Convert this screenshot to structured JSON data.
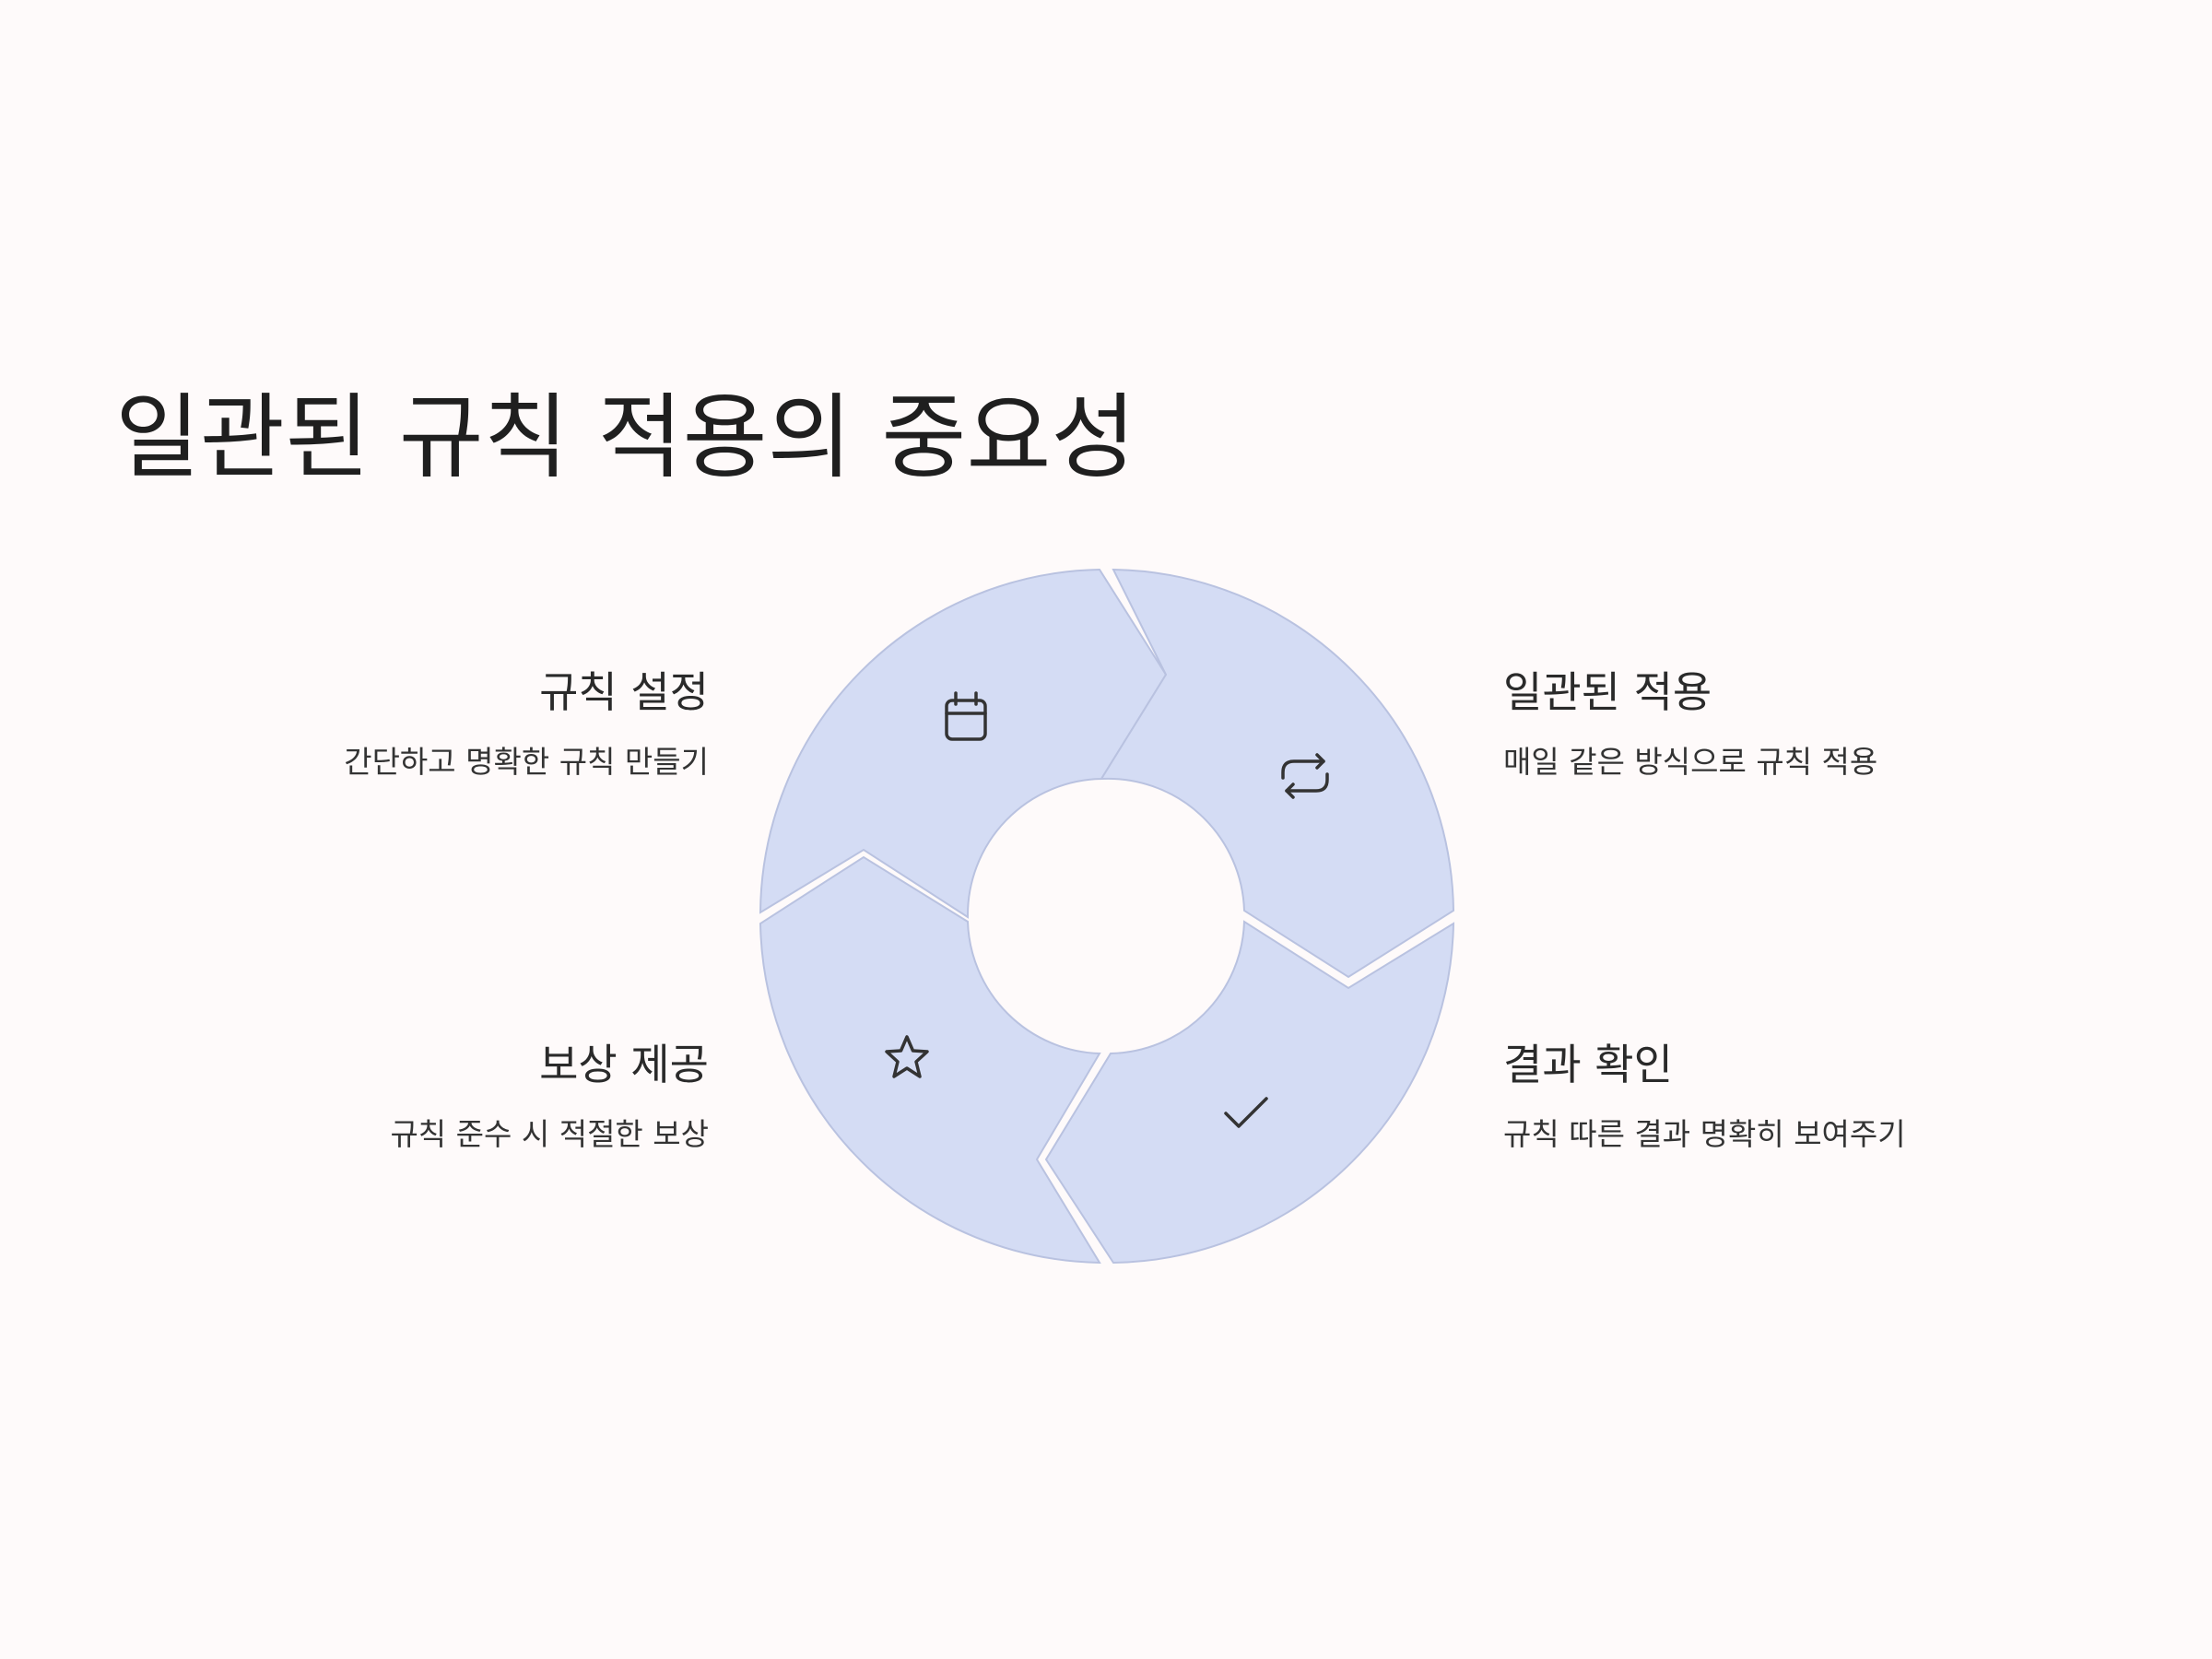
{
  "title": "일관된 규칙 적용의 중요성",
  "colors": {
    "background": "#fefafa",
    "segment_fill": "#d4dcf4",
    "segment_stroke": "#b9c2e0",
    "icon": "#333333"
  },
  "steps": [
    {
      "id": "top-left",
      "title": "규칙 설정",
      "description": "간단하고 명확한 규칙 만들기",
      "icon": "calendar-icon"
    },
    {
      "id": "top-right",
      "title": "일관된 적용",
      "description": "매일 같은 방식으로 규칙 적용",
      "icon": "repeat-icon"
    },
    {
      "id": "bottom-right",
      "title": "결과 확인",
      "description": "규칙 따른 결과 명확히 보여주기",
      "icon": "check-icon"
    },
    {
      "id": "bottom-left",
      "title": "보상 제공",
      "description": "규칙 준수 시 적절한 보상",
      "icon": "star-icon"
    }
  ]
}
